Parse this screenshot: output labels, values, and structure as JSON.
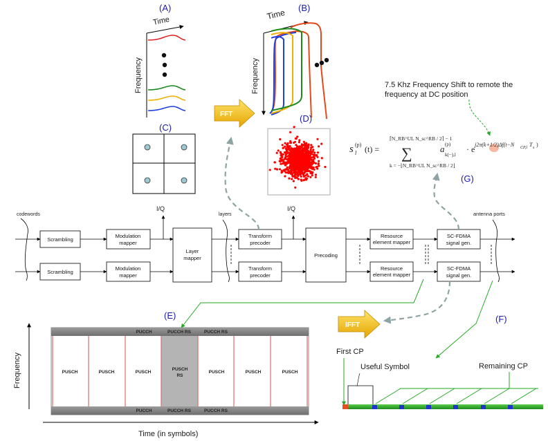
{
  "panels": {
    "a": "(A)",
    "b": "(B)",
    "c": "(C)",
    "d": "(D)",
    "e": "(E)",
    "f": "(F)",
    "g": "(G)"
  },
  "panel_a": {
    "time_label": "Time",
    "freq_label": "Frequency"
  },
  "panel_b": {
    "time_label": "Time",
    "freq_label": "Frequency"
  },
  "fft_label": "FFT",
  "ifft_label": "IFFT",
  "annotation_g": {
    "line1": "7.5 Khz Frequency Shift to remote the",
    "line2": "frequency at DC position"
  },
  "formula": {
    "lhs": "s",
    "lhs_sub": "l",
    "lhs_sup": "(p)",
    "lhs_arg": "(t) =",
    "sum_upper": "⌈N",
    "sum_upper_text": "⌈N_RB^UL N_sc^RB / 2⌉ − 1",
    "sum_lower_text": "k = −⌊N_RB^UL N_sc^RB / 2⌋",
    "coef": "a",
    "coef_sub": "k(−),l",
    "coef_sup": "(p)",
    "exp_base": "· e",
    "exp_text": "j2π(k+1/2)Δf(t−N",
    "exp_text2": "CP,l",
    "exp_text3": "T",
    "exp_text4": "s",
    "exp_close": ")"
  },
  "block_diagram": {
    "codewords_label": "codewords",
    "iq_label_1": "I/Q",
    "iq_label_2": "I/Q",
    "layers_label": "layers",
    "antenna_label": "antenna ports",
    "scrambling": "Scrambling",
    "modulation": [
      "Modulation",
      "mapper"
    ],
    "layer_mapper": [
      "Layer",
      "mapper"
    ],
    "transform": [
      "Transform",
      "precoder"
    ],
    "precoding": "Precoding",
    "resource": [
      "Resource",
      "element mapper"
    ],
    "scfdma": [
      "SC-FDMA",
      "signal gen."
    ]
  },
  "panel_e": {
    "freq_label": "Frequency",
    "time_label": "Time (in symbols)",
    "top_labels": [
      "PUCCH",
      "PUCCH RS",
      "PUCCH RS"
    ],
    "bottom_labels": [
      "PUCCH",
      "PUCCH RS",
      "PUCCH RS"
    ],
    "columns": [
      "PUSCH",
      "PUSCH",
      "PUSCH",
      "PUSCH RS",
      "PUSCH",
      "PUSCH",
      "PUSCH"
    ]
  },
  "panel_f": {
    "first_cp": "First CP",
    "useful_symbol": "Useful Symbol",
    "remaining_cp": "Remaining CP"
  },
  "colors": {
    "panel_label": "#1b1bb0",
    "arrow_fill": "#f2b90c",
    "scatter": "#ff0000",
    "green_line": "#22aa22",
    "grey_dashed": "#8ea4a4"
  }
}
